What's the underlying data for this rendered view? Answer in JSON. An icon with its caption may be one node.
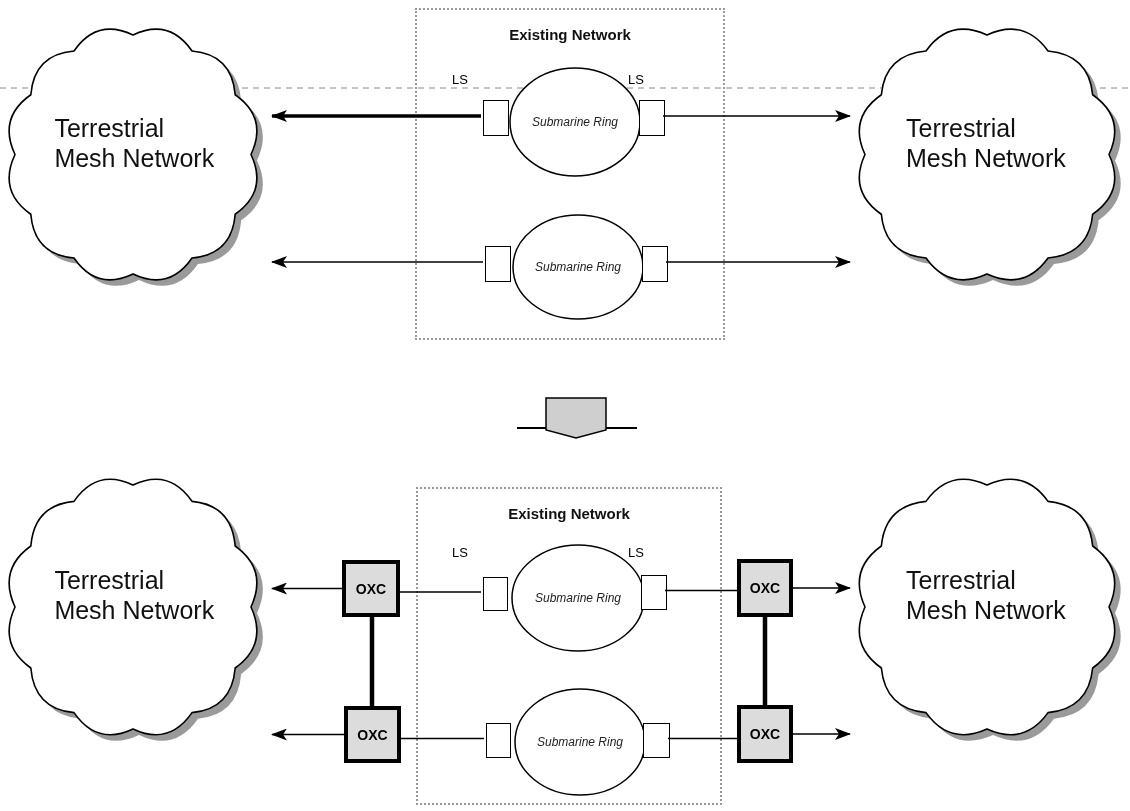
{
  "diagram": {
    "nodes": [
      {
        "text": [
          "Terrestrial Mesh Network"
        ]
      },
      {
        "text": [
          "Existing Network"
        ]
      },
      {
        "text": [
          "Submarine Ring"
        ],
        "in": 1
      },
      {
        "text": [],
        "shape": "box",
        "in": 1
      },
      {
        "text": [],
        "shape": "box",
        "in": 1
      },
      {
        "text": [
          "Submarine Ring"
        ],
        "in": 1
      },
      {
        "text": [],
        "shape": "box",
        "in": 1
      },
      {
        "text": [],
        "shape": "box",
        "in": 1
      },
      {
        "text": [
          "Terrestrial Mesh Network"
        ]
      },
      {
        "text": [
          "Terrestrial Mesh Network"
        ]
      },
      {
        "text": [
          "Existing Network"
        ]
      },
      {
        "text": [
          "Submarine Ring"
        ],
        "in": 10
      },
      {
        "text": [],
        "shape": "box",
        "in": 10
      },
      {
        "text": [],
        "shape": "box",
        "in": 10
      },
      {
        "text": [
          "Submarine Ring"
        ],
        "in": 10
      },
      {
        "text": [],
        "shape": "box",
        "in": 10
      },
      {
        "text": [],
        "shape": "box",
        "in": 10
      },
      {
        "text": [
          "OXC"
        ]
      },
      {
        "text": [
          "OXC"
        ]
      },
      {
        "text": [
          "OXC"
        ]
      },
      {
        "text": [
          "OXC"
        ]
      },
      {
        "text": [
          "Terrestrial Mesh Network"
        ]
      }
    ],
    "edges": [
      {
        "from": 3,
        "to": 0,
        "arrow": "to",
        "style": "thick"
      },
      {
        "from": 4,
        "to": 8,
        "arrow": "to"
      },
      {
        "from": 6,
        "to": 0,
        "arrow": "to"
      },
      {
        "from": 7,
        "to": 8,
        "arrow": "to"
      },
      {
        "from": 12,
        "to": 17,
        "arrow": "none"
      },
      {
        "from": 17,
        "to": 9,
        "arrow": "to"
      },
      {
        "from": 13,
        "to": 19,
        "arrow": "none"
      },
      {
        "from": 19,
        "to": 21,
        "arrow": "to"
      },
      {
        "from": 15,
        "to": 18,
        "arrow": "none"
      },
      {
        "from": 18,
        "to": 9,
        "arrow": "to"
      },
      {
        "from": 16,
        "to": 20,
        "arrow": "none"
      },
      {
        "from": 20,
        "to": 21,
        "arrow": "to"
      },
      {
        "from": 17,
        "to": 18,
        "arrow": "none",
        "style": "thick"
      },
      {
        "from": 19,
        "to": 20,
        "arrow": "none",
        "style": "thick"
      }
    ],
    "labels": [
      "LS",
      "LS",
      "LS",
      "LS"
    ]
  }
}
